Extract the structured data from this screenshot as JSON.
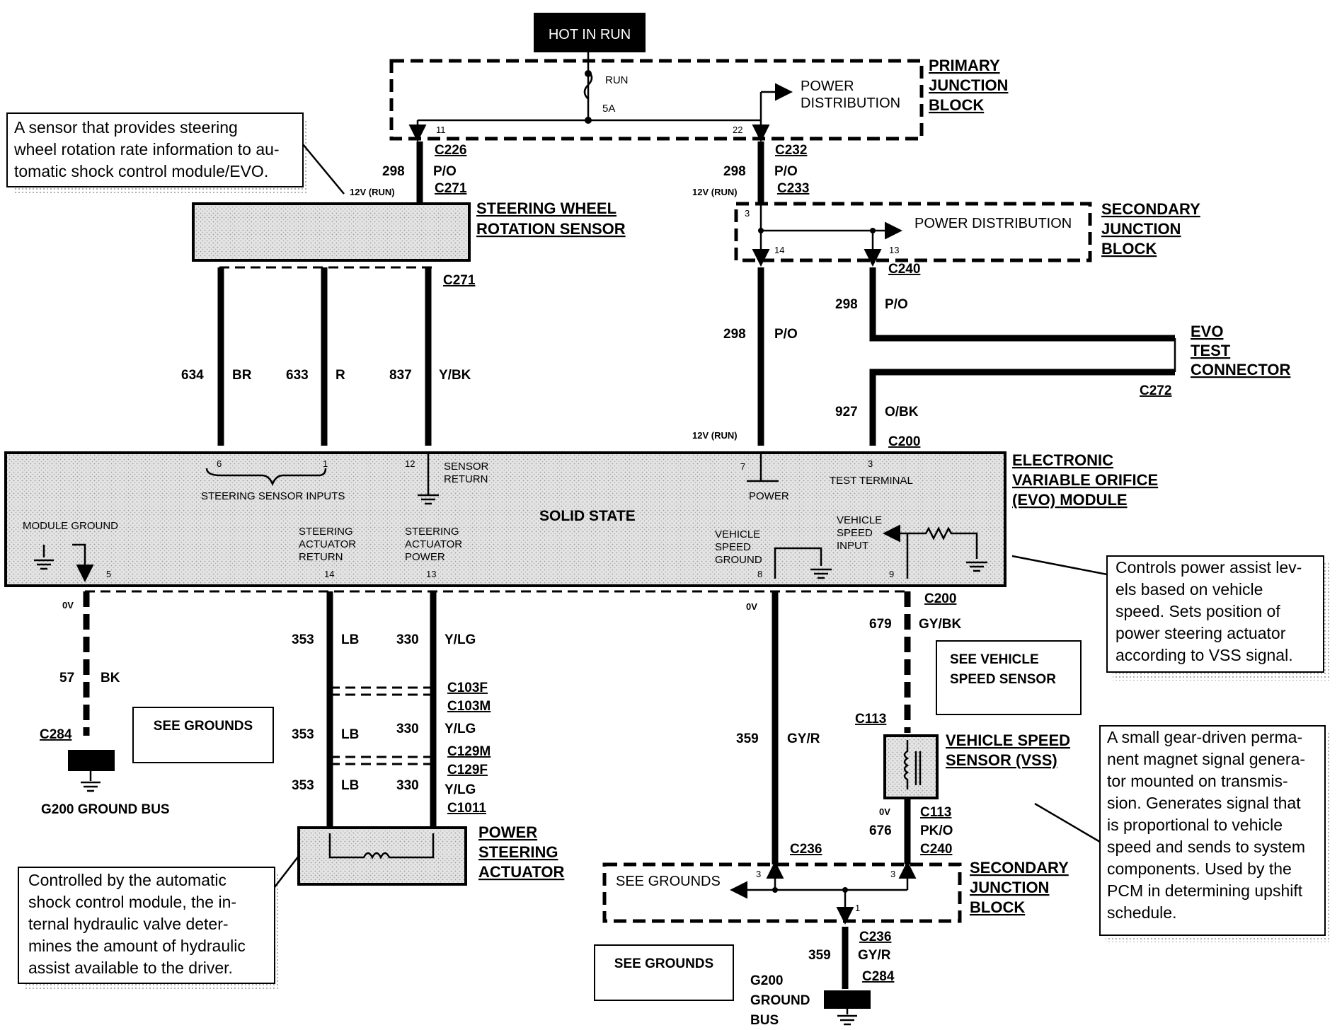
{
  "header": {
    "hot_in_run": "HOT IN RUN"
  },
  "primary_junction": {
    "title_lines": [
      "PRIMARY",
      "JUNCTION",
      "BLOCK"
    ],
    "run": "RUN",
    "fuse": "5A",
    "power_distribution_lines": [
      "POWER",
      "DISTRIBUTION"
    ],
    "pin_a": "11",
    "pin_b": "22"
  },
  "secondary_junction_top": {
    "title_lines": [
      "SECONDARY",
      "JUNCTION",
      "BLOCK"
    ],
    "power_distribution": "POWER DISTRIBUTION",
    "pin_in": "3",
    "pin_a": "14",
    "pin_b": "13"
  },
  "secondary_junction_bottom": {
    "title_lines": [
      "SECONDARY",
      "JUNCTION",
      "BLOCK"
    ],
    "see_grounds": "SEE GROUNDS",
    "pin_a": "3",
    "pin_b": "3",
    "pin_out": "1"
  },
  "connectors": {
    "c226": "C226",
    "c271a": "C271",
    "c232": "C232",
    "c233": "C233",
    "c271b": "C271",
    "c240a": "C240",
    "c272": "C272",
    "c200a": "C200",
    "c200b": "C200",
    "c284a": "C284",
    "c103f": "C103F",
    "c103m": "C103M",
    "c129m": "C129M",
    "c129f": "C129F",
    "c1011": "C1011",
    "c113a": "C113",
    "c113b": "C113",
    "c240b": "C240",
    "c236a": "C236",
    "c236b": "C236",
    "c284b": "C284"
  },
  "wires": {
    "w298a": [
      "298",
      "P/O"
    ],
    "w298b": [
      "298",
      "P/O"
    ],
    "w298c": [
      "298",
      "P/O"
    ],
    "w298d": [
      "298",
      "P/O"
    ],
    "w634": [
      "634",
      "BR"
    ],
    "w633": [
      "633",
      "R"
    ],
    "w837": [
      "837",
      "Y/BK"
    ],
    "w927": [
      "927",
      "O/BK"
    ],
    "w57": [
      "57",
      "BK"
    ],
    "w353a": [
      "353",
      "LB"
    ],
    "w330a": [
      "330",
      "Y/LG"
    ],
    "w353b": [
      "353",
      "LB"
    ],
    "w330b": [
      "330",
      "Y/LG"
    ],
    "w353c": [
      "353",
      "LB"
    ],
    "w330c": [
      "330",
      "Y/LG"
    ],
    "w359a": [
      "359",
      "GY/R"
    ],
    "w679": [
      "679",
      "GY/BK"
    ],
    "w676": [
      "676",
      "PK/O"
    ],
    "w359b": [
      "359",
      "GY/R"
    ]
  },
  "voltages": {
    "v12a": "12V (RUN)",
    "v12b": "12V (RUN)",
    "v12c": "12V (RUN)",
    "v0a": "0V",
    "v0b": "0V",
    "v0c": "0V"
  },
  "steering_sensor": {
    "title_lines": [
      "STEERING WHEEL",
      "ROTATION SENSOR"
    ]
  },
  "evo_module": {
    "title_lines": [
      "ELECTRONIC",
      "VARIABLE ORIFICE",
      "(EVO) MODULE"
    ],
    "solid_state": "SOLID STATE",
    "steering_inputs": "STEERING SENSOR INPUTS",
    "sensor_return": [
      "SENSOR",
      "RETURN"
    ],
    "power": "POWER",
    "test_terminal": "TEST TERMINAL",
    "module_ground": "MODULE GROUND",
    "act_return": [
      "STEERING",
      "ACTUATOR",
      "RETURN"
    ],
    "act_power": [
      "STEERING",
      "ACTUATOR",
      "POWER"
    ],
    "vs_ground": [
      "VEHICLE",
      "SPEED",
      "GROUND"
    ],
    "vs_input": [
      "VEHICLE",
      "SPEED",
      "INPUT"
    ],
    "pins": {
      "p6": "6",
      "p1": "1",
      "p12": "12",
      "p7": "7",
      "p3": "3",
      "p5": "5",
      "p14": "14",
      "p13": "13",
      "p8": "8",
      "p9": "9"
    }
  },
  "evo_test": {
    "title_lines": [
      "EVO",
      "TEST",
      "CONNECTOR"
    ]
  },
  "ps_actuator": {
    "title_lines": [
      "POWER",
      "STEERING",
      "ACTUATOR"
    ]
  },
  "vss": {
    "title_lines": [
      "VEHICLE SPEED",
      "SENSOR (VSS)"
    ]
  },
  "see_vss": [
    "SEE VEHICLE",
    "SPEED SENSOR"
  ],
  "see_grounds_a": "SEE GROUNDS",
  "see_grounds_b": "SEE GROUNDS",
  "g200_left": "G200 GROUND BUS",
  "g200_right": [
    "G200",
    "GROUND",
    "BUS"
  ],
  "notes": {
    "steering": [
      "A sensor that provides steering",
      "wheel rotation rate information to au-",
      "tomatic shock control module/EVO."
    ],
    "evo": [
      "Controls power assist lev-",
      "els based on vehicle",
      "speed. Sets position of",
      "power steering actuator",
      "according to VSS signal."
    ],
    "vss": [
      "A small gear-driven perma-",
      "nent magnet signal genera-",
      "tor mounted on transmis-",
      "sion.  Generates signal that",
      "is proportional to vehicle",
      "speed and sends to system",
      "components. Used by the",
      "PCM in determining upshift",
      "schedule."
    ],
    "actuator": [
      "Controlled by the automatic",
      "shock control module, the in-",
      "ternal hydraulic valve deter-",
      "mines the amount of hydraulic",
      "assist available to the driver."
    ]
  }
}
